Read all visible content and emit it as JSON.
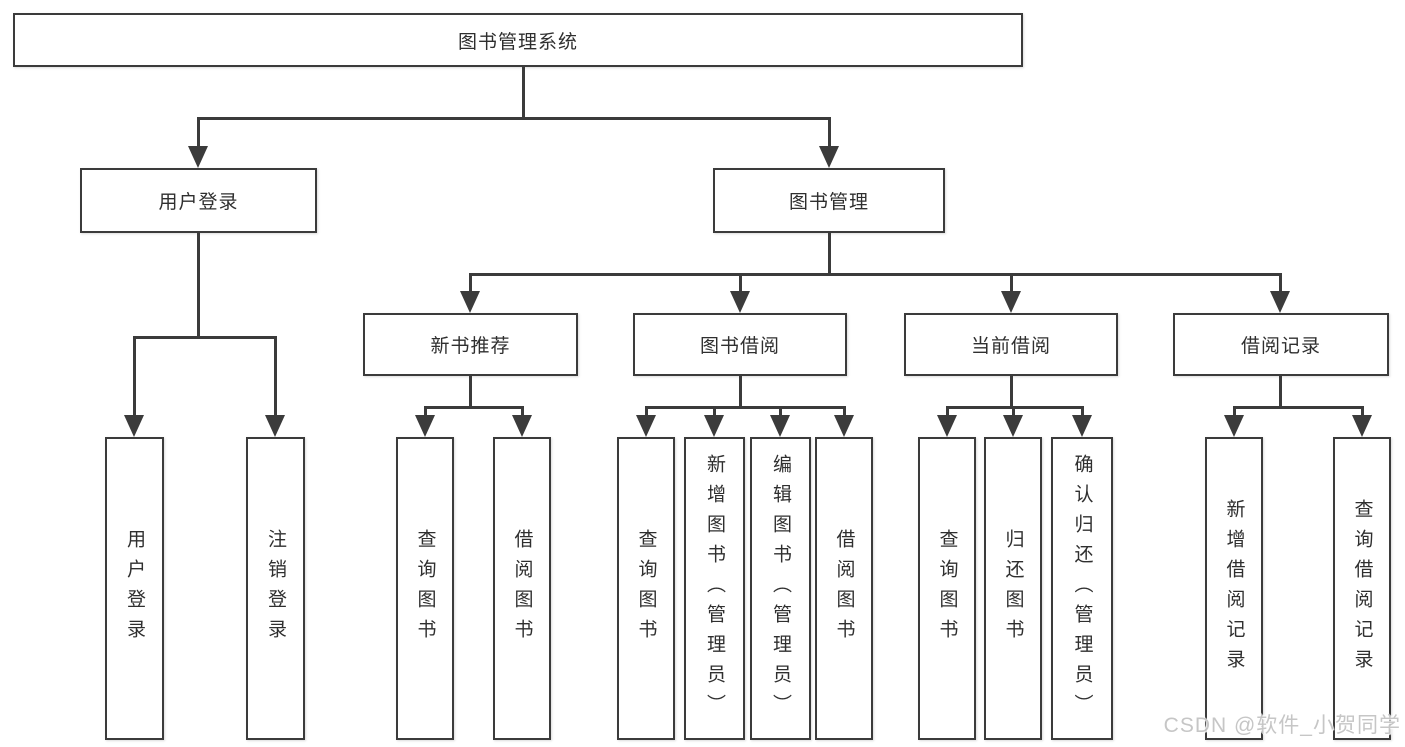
{
  "tree": {
    "root": "图书管理系统",
    "branches": [
      {
        "label": "用户登录",
        "children": [
          "用户登录",
          "注销登录"
        ]
      },
      {
        "label": "图书管理",
        "groups": [
          {
            "label": "新书推荐",
            "children": [
              "查询图书",
              "借阅图书"
            ]
          },
          {
            "label": "图书借阅",
            "children": [
              "查询图书",
              "新增图书（管理员）",
              "编辑图书（管理员）",
              "借阅图书"
            ]
          },
          {
            "label": "当前借阅",
            "children": [
              "查询图书",
              "归还图书",
              "确认归还（管理员）"
            ]
          },
          {
            "label": "借阅记录",
            "children": [
              "新增借阅记录",
              "查询借阅记录"
            ]
          }
        ]
      }
    ]
  },
  "watermark": {
    "text": "CSDN @软件_小贺同学"
  },
  "colors": {
    "line": "#3b3b3b",
    "text": "#2f2f2f",
    "background": "#ffffff",
    "watermark": "#c3c3c3"
  }
}
